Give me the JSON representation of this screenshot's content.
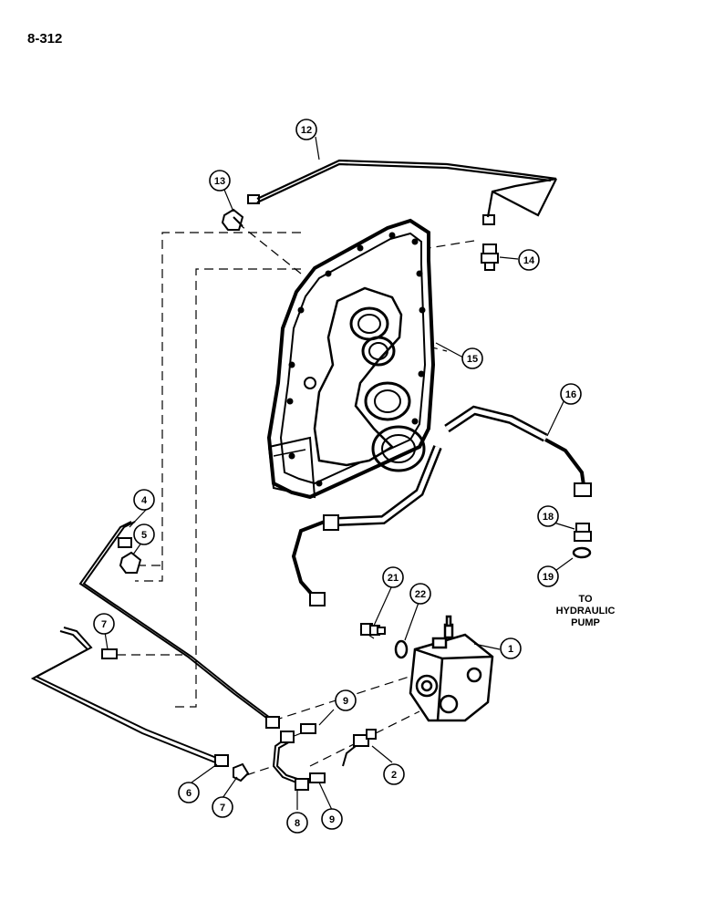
{
  "page": {
    "number": "8-312"
  },
  "note": {
    "lines": [
      "TO",
      "HYDRAULIC",
      "PUMP"
    ]
  },
  "callouts": [
    "12",
    "13",
    "14",
    "15",
    "16",
    "4",
    "5",
    "18",
    "19",
    "21",
    "22",
    "1",
    "7",
    "9",
    "2",
    "6",
    "7",
    "8",
    "9"
  ],
  "colors": {
    "ink": "#000000",
    "paper": "#ffffff"
  }
}
